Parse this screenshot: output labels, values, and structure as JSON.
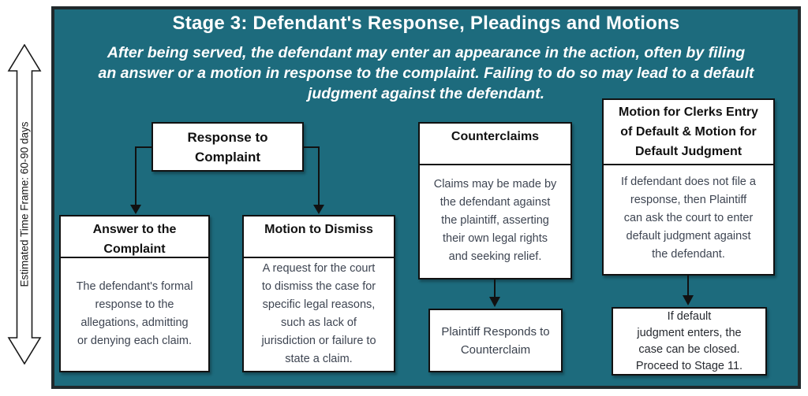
{
  "panel": {
    "title": "Stage 3: Defendant's Response, Pleadings and Motions",
    "subtitle": "After being served, the defendant may enter an appearance in the action, often by filing\nan answer or a motion in response to the complaint. Failing to do so may lead to a default\njudgment against the defendant.",
    "background_color": "#1d6b7d",
    "border_color": "#20292c"
  },
  "time_arrow": {
    "label": "Estimated Time Frame: 60-90 days"
  },
  "boxes": {
    "response_parent": {
      "title": "Response to\nComplaint"
    },
    "answer": {
      "title": "Answer to the\nComplaint",
      "body": "The defendant's formal\nresponse to the\nallegations, admitting\nor denying each claim."
    },
    "motion_dismiss": {
      "title": "Motion to Dismiss",
      "body": "A request for the court\nto dismiss the case for\nspecific legal reasons,\nsuch as lack of\njurisdiction or failure to\nstate a claim."
    },
    "counterclaims": {
      "title": "Counterclaims",
      "body": "Claims may be made by\nthe defendant against\nthe plaintiff, asserting\ntheir own legal rights\nand seeking relief."
    },
    "plaintiff_responds": {
      "body": "Plaintiff Responds to\nCounterclaim"
    },
    "clerks_default": {
      "title": "Motion for Clerks Entry\nof Default & Motion for\nDefault Judgment",
      "body": "If defendant does not file a\nresponse, then Plaintiff\ncan ask the court to enter\ndefault judgment against\nthe defendant."
    },
    "default_result": {
      "body": "If default\njudgment enters, the\ncase can be closed.\nProceed to Stage 11."
    }
  },
  "colors": {
    "teal_background": "#1d6b7d",
    "box_header_text": "#111111",
    "box_body_text": "#3e4552",
    "white_text": "#ffffff"
  }
}
